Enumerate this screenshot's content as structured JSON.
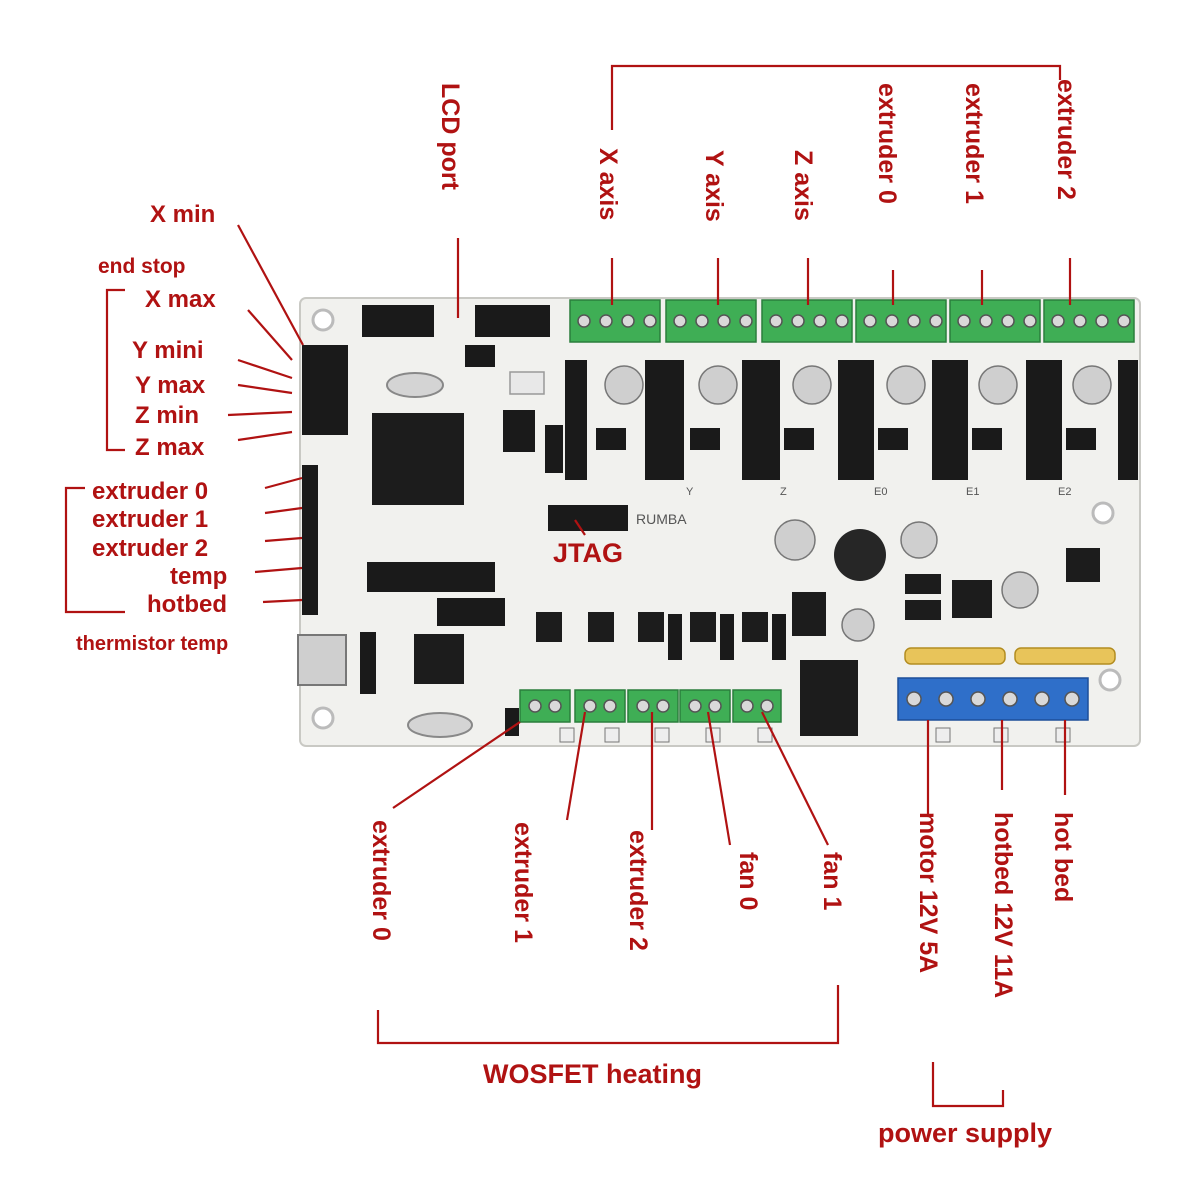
{
  "labels": {
    "x_min": "X min",
    "end_stop": "end stop",
    "x_max": "X max",
    "y_mini": "Y mini",
    "y_max": "Y max",
    "z_min": "Z min",
    "z_max": "Z max",
    "therm_extruder_0": "extruder 0",
    "therm_extruder_1": "extruder 1",
    "therm_extruder_2": "extruder 2",
    "therm_temp": "temp",
    "therm_hotbed": "hotbed",
    "thermistor_temp": "thermistor temp",
    "lcd_port": "LCD port",
    "x_axis": "X axis",
    "y_axis": "Y axis",
    "z_axis": "Z axis",
    "motor_extruder_0": "extruder 0",
    "motor_extruder_1": "extruder 1",
    "motor_extruder_2": "extruder 2",
    "jtag": "JTAG",
    "heat_extruder_0": "extruder 0",
    "heat_extruder_1": "extruder 1",
    "heat_extruder_2": "extruder 2",
    "fan_0": "fan 0",
    "fan_1": "fan 1",
    "wosfet_heating": "WOSFET heating",
    "motor_12v": "motor 12V 5A",
    "hotbed_12v": "hotbed 12V 11A",
    "hot_bed": "hot bed",
    "power_supply": "power supply"
  },
  "board": {
    "silkscreen_name": "RUMBA",
    "driver_marks": [
      "Y",
      "Z",
      "E0",
      "E1",
      "E2"
    ]
  },
  "colors": {
    "label_red": "#b01212",
    "board_white": "#f1f1ee",
    "terminal_green": "#3fae55",
    "terminal_blue": "#2f6fc9"
  }
}
